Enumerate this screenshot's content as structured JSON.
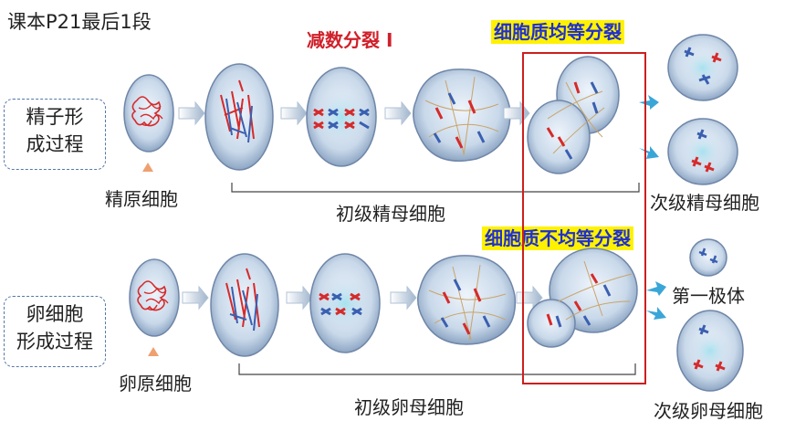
{
  "title": "课本P21最后1段",
  "header": "减数分裂 I",
  "highlight_equal": "细胞质均等分裂",
  "highlight_unequal": "细胞质不均等分裂",
  "sperm": {
    "side_label_line1": "精子形",
    "side_label_line2": "成过程",
    "start_cell_label": "精原细胞",
    "primary_label": "初级精母细胞",
    "secondary_label": "次级精母细胞"
  },
  "egg": {
    "side_label_line1": "卵细胞",
    "side_label_line2": "形成过程",
    "start_cell_label": "卵原细胞",
    "primary_label": "初级卵母细胞",
    "polar_body_label": "第一极体",
    "secondary_label": "次级卵母细胞"
  },
  "colors": {
    "cell_fill": "#c9d9ea",
    "cell_edge": "#6f86a8",
    "nucleus": "#8fd3e3",
    "chromosome_red": "#d62a2a",
    "chromosome_blue": "#3a5fb0",
    "highlight_bg": "#fff200",
    "box_red": "#cc1f1f",
    "arrow_blue": "#3aa6d8"
  }
}
